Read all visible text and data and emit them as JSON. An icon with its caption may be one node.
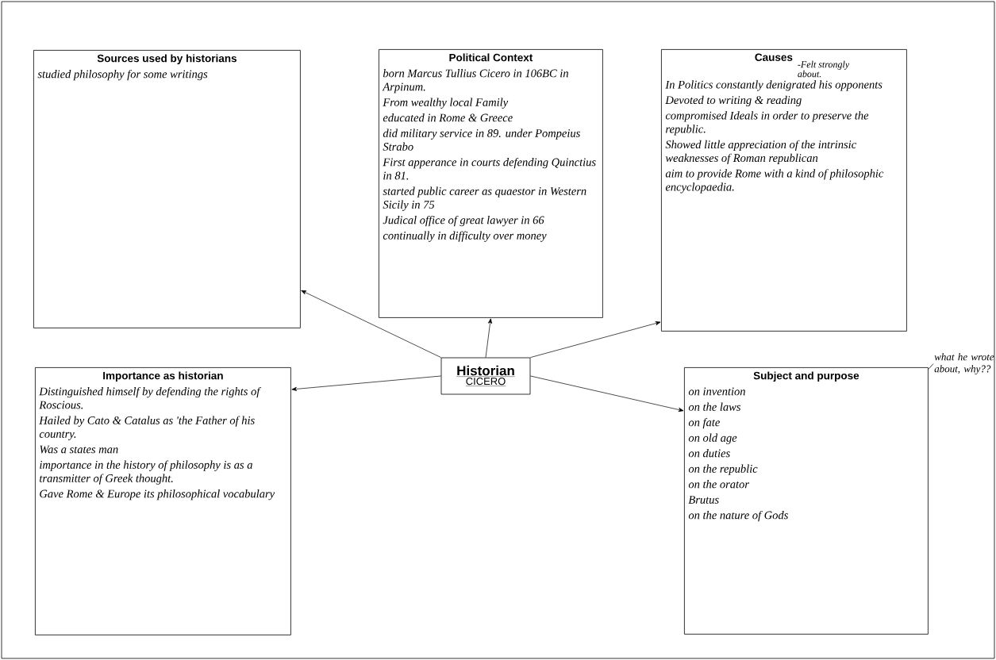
{
  "diagram": {
    "nodes": [
      {
        "text": [
          "Historian",
          "CICERO"
        ]
      },
      {
        "text": [
          "Sources used by historians",
          "studied philosophy for some writings"
        ]
      },
      {
        "text": [
          "Political Context",
          "born Marcus Tullius Cicero in 106BC in Arpinum.",
          "From wealthy local Family",
          "educated in Rome & Greece",
          "did military service in 89. under Pompeius Strabo",
          "First apperance in courts defending Quinctius in 81.",
          "started public career as quaestor in Western Sicily in 75",
          "Judical office of great lawyer in 66",
          "continually in difficulty over money"
        ]
      },
      {
        "text": [
          "Causes",
          "-Felt strongly about.",
          "In Politics constantly denigrated his opponents",
          "Devoted to writing & reading",
          "compromised Ideals in order to preserve the republic.",
          "Showed little appreciation of the intrinsic weaknesses of Roman republican",
          "aim to provide Rome with a kind of philosophic encyclopaedia."
        ]
      },
      {
        "text": [
          "Importance as historian",
          "Distinguished himself by defending the rights of Roscious.",
          "Hailed by Cato & Catalus as 'the Father of his country.",
          "Was a states man",
          "importance in the history of philosophy is as a transmitter of Greek thought.",
          "Gave Rome & Europe its philosophical vocabulary"
        ]
      },
      {
        "text": [
          "Subject and purpose",
          "on invention",
          "on the laws",
          "on fate",
          "on old age",
          "on duties",
          "on the republic",
          "on the orator",
          "Brutus",
          "on the nature of Gods"
        ]
      },
      {
        "text": [
          "what he wrote about, why??"
        ]
      }
    ],
    "edges": [
      {
        "from": 0,
        "to": 1,
        "arrow": "to"
      },
      {
        "from": 0,
        "to": 2,
        "arrow": "to"
      },
      {
        "from": 0,
        "to": 3,
        "arrow": "to"
      },
      {
        "from": 0,
        "to": 4,
        "arrow": "to"
      },
      {
        "from": 0,
        "to": 5,
        "arrow": "to"
      },
      {
        "from": 6,
        "to": 5,
        "arrow": "none"
      }
    ]
  }
}
